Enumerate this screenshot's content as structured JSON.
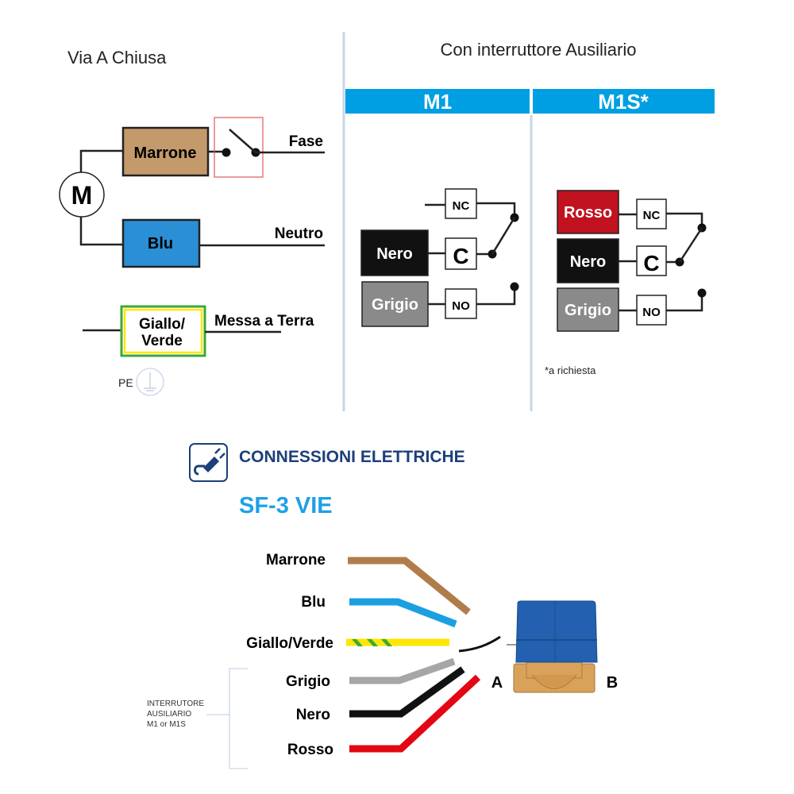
{
  "left_panel": {
    "title": "Via A Chiusa",
    "motor_label": "M",
    "wires": {
      "brown": {
        "label": "Marrone",
        "line_label": "Fase"
      },
      "blue": {
        "label": "Blu",
        "line_label": "Neutro"
      },
      "ground": {
        "label_line1": "Giallo/",
        "label_line2": "Verde",
        "line_label": "Messa a Terra"
      }
    },
    "pe_label": "PE"
  },
  "right_panel": {
    "title": "Con interruttore Ausiliario",
    "m1": {
      "header": "M1",
      "wires": [
        "Nero",
        "Grigio"
      ],
      "contacts": [
        "NC",
        "C",
        "NO"
      ]
    },
    "m1s": {
      "header": "M1S*",
      "wires": [
        "Rosso",
        "Nero",
        "Grigio"
      ],
      "contacts": [
        "NC",
        "C",
        "NO"
      ],
      "footnote": "*a richiesta"
    }
  },
  "connections": {
    "heading": "CONNESSIONI ELETTRICHE",
    "model": "SF-3 VIE",
    "wire_labels": [
      "Marrone",
      "Blu",
      "Giallo/Verde",
      "Grigio",
      "Nero",
      "Rosso"
    ],
    "aux_note_line1": "INTERRUTORE",
    "aux_note_line2": "AUSILIARIO",
    "aux_note_line3": "M1 or M1S",
    "port_a": "A",
    "port_b": "B"
  },
  "colors": {
    "brown": "#c49a6c",
    "wire_brown": "#b07d4a",
    "blue_box": "#2b8fd6",
    "wire_blue": "#1aa0e0",
    "header_blue": "#009fe3",
    "navy": "#1c3f7a",
    "accent_blue": "#1ea0e6",
    "red": "#c1121f",
    "wire_red": "#e30613",
    "grey": "#8a8a8a",
    "wire_grey": "#a6a6a6",
    "black": "#111111",
    "yellow": "#ffe600",
    "green": "#3aa935",
    "divider": "#c9d6e8",
    "valve_blue": "#2360b0",
    "valve_brass": "#d9a25a"
  }
}
